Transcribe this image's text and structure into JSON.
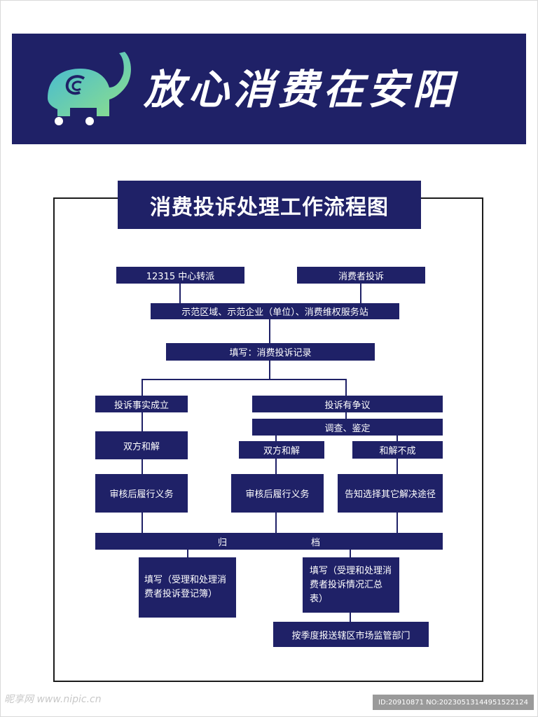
{
  "banner": {
    "slogan": "放心消费在安阳",
    "brand_color": "#1f2167"
  },
  "title": "消费投诉处理工作流程图",
  "flow": {
    "center_transfer": "12315 中心转派",
    "consumer_complaint": "消费者投诉",
    "demo_sites": "示范区域、示范企业（单位）、消费维权服务站",
    "fill_record": "填写：消费投诉记录",
    "fact_established": "投诉事实成立",
    "disputed": "投诉有争议",
    "investigation": "调查、鉴定",
    "mutual_settlement_left": "双方和解",
    "mutual_settlement_mid": "双方和解",
    "settlement_failed": "和解不成",
    "fulfill_left": "审核后履行义务",
    "fulfill_mid": "审核后履行义务",
    "other_paths": "告知选择其它解决途径",
    "archive_left": "归",
    "archive_right": "档",
    "fill_register": "填写（受理和处理消费者投诉登记簿）",
    "fill_summary": "填写（受理和处理消费者投诉情况汇总表）",
    "report_quarterly": "按季度报送辖区市场监管部门"
  },
  "watermark": {
    "site": "昵享网 www.nipic.cn",
    "id_line": "ID:20910871 NO:20230513144951522124"
  },
  "icons": {
    "logo": "elephant-logo-icon"
  }
}
